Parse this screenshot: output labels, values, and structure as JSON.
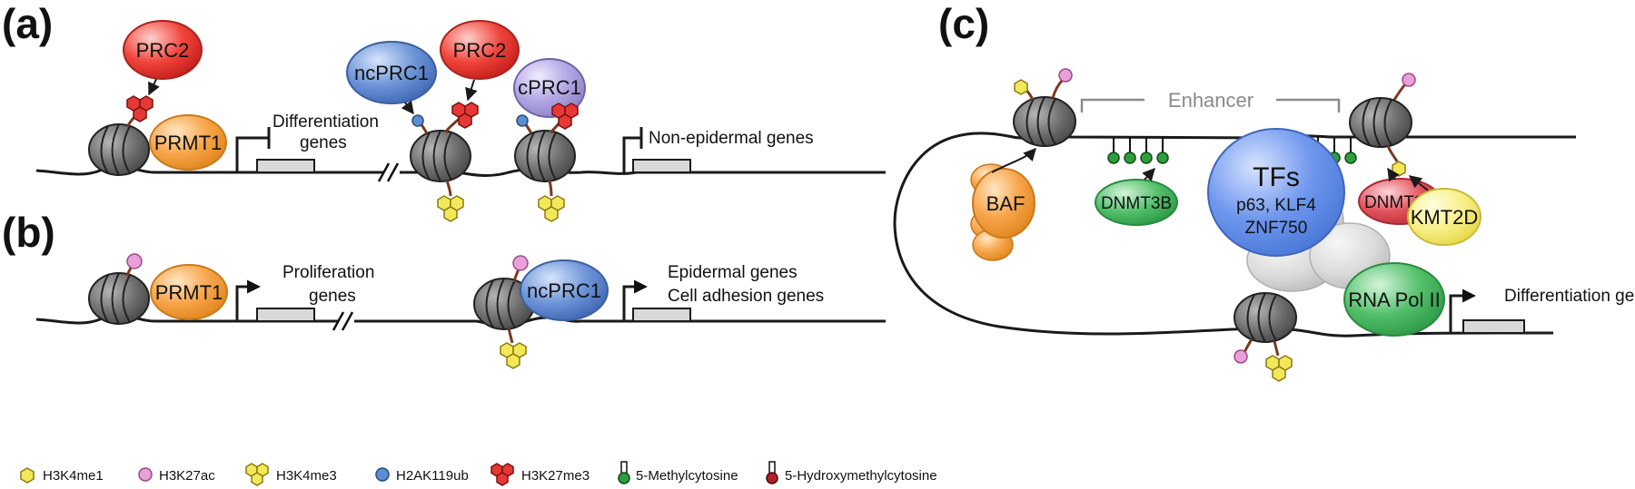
{
  "panels": {
    "a": "(a)",
    "b": "(b)",
    "c": "(c)"
  },
  "panel_a": {
    "prc2_left": "PRC2",
    "prmt1": "PRMT1",
    "diff_genes": [
      "Differentiation",
      "genes"
    ],
    "ncprc1": "ncPRC1",
    "prc2_right": "PRC2",
    "cprc1": "cPRC1",
    "non_epidermal": "Non-epidermal genes"
  },
  "panel_b": {
    "prmt1": "PRMT1",
    "prolif_genes": [
      "Proliferation",
      "genes"
    ],
    "ncprc1": "ncPRC1",
    "epidermal_genes": [
      "Epidermal genes",
      "Cell adhesion genes"
    ]
  },
  "panel_c": {
    "enhancer": "Enhancer",
    "tfs_title": "TFs",
    "tfs_members": [
      "p63, KLF4",
      "ZNF750"
    ],
    "dnmt3b": "DNMT3B",
    "dnmt3a": "DNMT3A",
    "baf": "BAF",
    "kmt2d": "KMT2D",
    "rna_pol": "RNA Pol II",
    "diff_genes": "Differentiation genes"
  },
  "legend": [
    {
      "label": "H3K4me1",
      "icon": "hexagon-yellow-icon"
    },
    {
      "label": "H3K27ac",
      "icon": "circle-pink-icon"
    },
    {
      "label": "H3K4me3",
      "icon": "hexagon-cluster-yellow-icon"
    },
    {
      "label": "H2AK119ub",
      "icon": "circle-blue-icon"
    },
    {
      "label": "H3K27me3",
      "icon": "hexagon-cluster-red-icon"
    },
    {
      "label": "5-Methylcytosine",
      "icon": "lollipop-green-icon"
    },
    {
      "label": "5-Hydroxymethylcytosine",
      "icon": "lollipop-red-icon"
    }
  ],
  "colors": {
    "prc2": "#e53935",
    "prmt1": "#f5a03c",
    "ncprc1": "#4a7bc8",
    "cprc1": "#9c8fd0",
    "tfs": "#5b8be0",
    "dnmt3b": "#3aa655",
    "dnmt3a": "#d9404a",
    "baf": "#f5a03c",
    "kmt2d": "#f2e85a",
    "rna_pol": "#3fae5a",
    "h3k4me1": "#f2e85a",
    "h3k27ac": "#e9a0d8",
    "h2ak119ub": "#5b8fd0",
    "h3k27me3": "#e53935",
    "methyl_c": "#2e9e3e",
    "hydroxymethyl_c": "#b0202a",
    "nucleosome": "#6a6a6a"
  }
}
